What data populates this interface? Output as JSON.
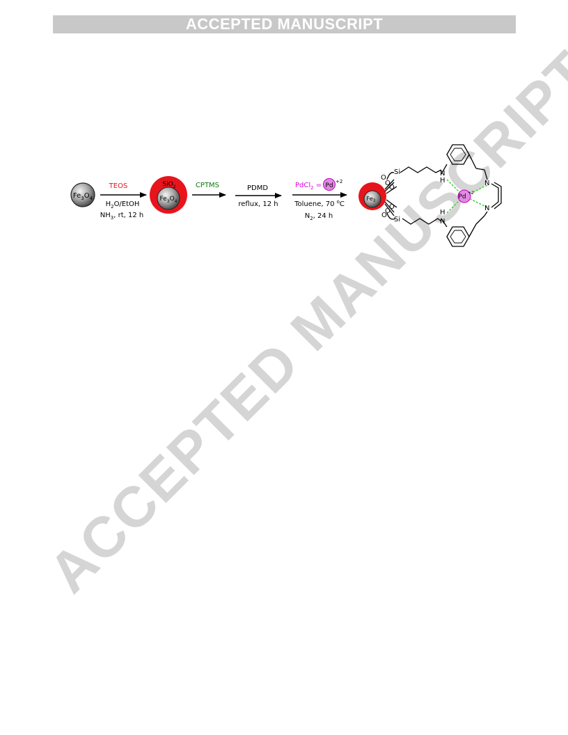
{
  "banner": {
    "text": "ACCEPTED MANUSCRIPT"
  },
  "watermark": {
    "text": "ACCEPTED MANUSCRIPT"
  },
  "colors": {
    "red": "#e8141c",
    "green": "#0a7a0a",
    "magenta": "#e000e0",
    "dash": "#35d835",
    "banner": "#c8c8c8",
    "sphere": "#7a7a7a"
  },
  "scheme": {
    "step1": {
      "reagent": "TEOS",
      "cond_a_1": "H",
      "cond_a_sub": "2",
      "cond_a_2": "O/EtOH",
      "cond_b_1": "NH",
      "cond_b_sub": "3",
      "cond_b_2": ", rt, 12 h"
    },
    "step2": {
      "reagent": "CPTMS"
    },
    "step3": {
      "reagent": "PDMD",
      "cond": "reflux, 12 h"
    },
    "step4": {
      "pd_a": "PdCl",
      "pd_sub": "2",
      "pd_eq": " = ",
      "pd_ion": "Pd",
      "pd_sup": "+2",
      "cond_a_1": "Toluene, 70 ",
      "cond_a_sup": "o",
      "cond_a_2": "C",
      "cond_b_1": "N",
      "cond_b_sub": "2",
      "cond_b_2": ", 24 h"
    },
    "fe3o4": {
      "main": "Fe",
      "sub1": "3",
      "main2": "O",
      "sub2": "4"
    },
    "sio2": {
      "main": "SiO",
      "sub": "2"
    },
    "product": {
      "si": "Si",
      "o": "O",
      "n": "N",
      "h": "H",
      "pd": "Pd",
      "pd_sup": "+2",
      "core": "Fe",
      "core_sub": "3"
    }
  }
}
